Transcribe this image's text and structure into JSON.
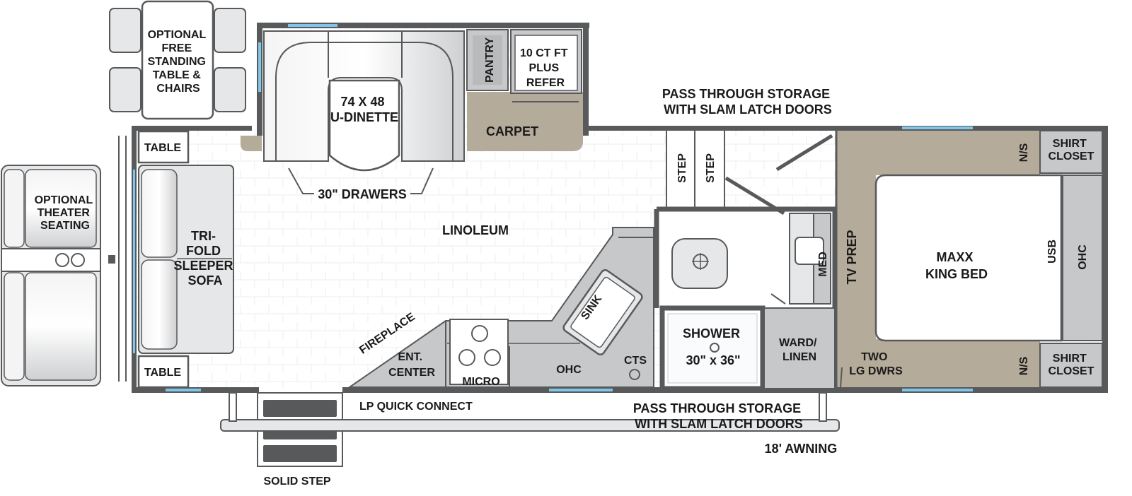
{
  "colors": {
    "wall": "#58595b",
    "floor": "#ffffff",
    "carpet": "#b5ab9b",
    "cabinet": "#c7c8ca",
    "furniture": "#e6e7e8",
    "window": "#7fc6e8",
    "text": "#1a1a1a"
  },
  "labels": {
    "optional_table": [
      "OPTIONAL",
      "FREE",
      "STANDING",
      "TABLE &",
      "CHAIRS"
    ],
    "dinette": [
      "74 X 48",
      "U-DINETTE"
    ],
    "pantry": "PANTRY",
    "refer": [
      "10 CT FT",
      "PLUS",
      "REFER"
    ],
    "carpet": "CARPET",
    "pass_through_top": [
      "PASS THROUGH STORAGE",
      "WITH SLAM LATCH DOORS"
    ],
    "table_top": "TABLE",
    "table_bottom": "TABLE",
    "drawers": "30\" DRAWERS",
    "theater": [
      "OPTIONAL",
      "THEATER",
      "SEATING"
    ],
    "sofa": [
      "TRI-",
      "FOLD",
      "SLEEPER",
      "SOFA"
    ],
    "linoleum": "LINOLEUM",
    "step1": "STEP",
    "step2": "STEP",
    "med": "MED",
    "tv_prep": "TV PREP",
    "bed": [
      "MAXX",
      "KING BED"
    ],
    "usb": "USB",
    "ohc_bed": "OHC",
    "ns_top": "N/S",
    "ns_bottom": "N/S",
    "shirt_closet_top": [
      "SHIRT",
      "CLOSET"
    ],
    "shirt_closet_bottom": [
      "SHIRT",
      "CLOSET"
    ],
    "sink": "SINK",
    "fireplace": "FIREPLACE",
    "ent_center": [
      "ENT.",
      "CENTER"
    ],
    "micro": "MICRO",
    "ohc_kitchen": "OHC",
    "cts": "CTS",
    "shower": [
      "SHOWER",
      "30\" x 36\""
    ],
    "ward_linen": [
      "WARD/",
      "LINEN"
    ],
    "two_lg_dwrs": [
      "TWO",
      "LG DWRS"
    ],
    "lp_quick_connect": "LP QUICK CONNECT",
    "pass_through_bottom": [
      "PASS THROUGH STORAGE",
      "WITH SLAM LATCH DOORS"
    ],
    "awning": "18' AWNING",
    "solid_step": "SOLID STEP"
  }
}
